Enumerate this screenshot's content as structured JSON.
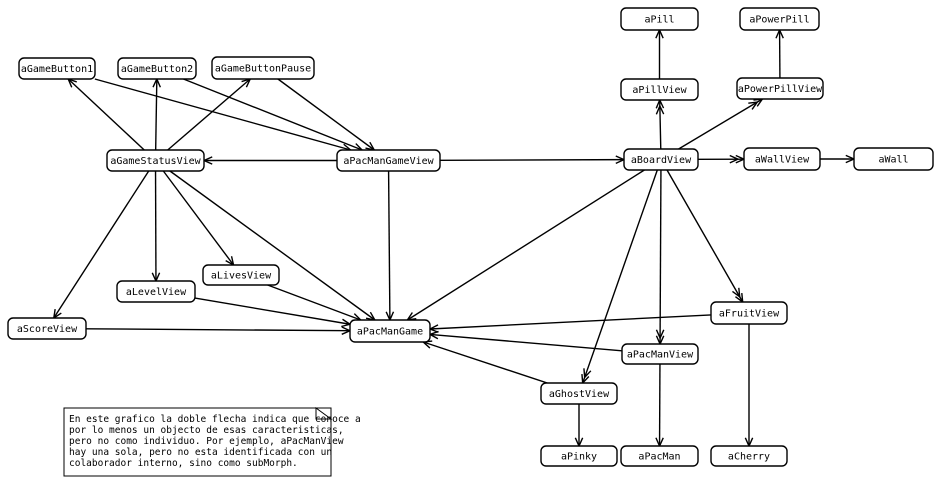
{
  "nodes": {
    "aPill": "aPill",
    "aPowerPill": "aPowerPill",
    "aGameButton1": "aGameButton1",
    "aGameButton2": "aGameButton2",
    "aGameButtonPause": "aGameButtonPause",
    "aPillView": "aPillView",
    "aPowerPillView": "aPowerPillView",
    "aGameStatusView": "aGameStatusView",
    "aPacManGameView": "aPacManGameView",
    "aBoardView": "aBoardView",
    "aWallView": "aWallView",
    "aWall": "aWall",
    "aLivesView": "aLivesView",
    "aLevelView": "aLevelView",
    "aFruitView": "aFruitView",
    "aScoreView": "aScoreView",
    "aPacManGame": "aPacManGame",
    "aPacManView": "aPacManView",
    "aGhostView": "aGhostView",
    "aPinky": "aPinky",
    "aPacMan": "aPacMan",
    "aCherry": "aCherry"
  },
  "edges": [
    {
      "from": "aGameStatusView",
      "to": "aGameButton1",
      "head": "single"
    },
    {
      "from": "aGameStatusView",
      "to": "aGameButton2",
      "head": "single"
    },
    {
      "from": "aGameStatusView",
      "to": "aGameButtonPause",
      "head": "single"
    },
    {
      "from": "aGameButton1",
      "to": "aPacManGameView",
      "head": "single"
    },
    {
      "from": "aGameButton2",
      "to": "aPacManGameView",
      "head": "single"
    },
    {
      "from": "aGameButtonPause",
      "to": "aPacManGameView",
      "head": "single"
    },
    {
      "from": "aPacManGameView",
      "to": "aGameStatusView",
      "head": "single"
    },
    {
      "from": "aPacManGameView",
      "to": "aBoardView",
      "head": "single"
    },
    {
      "from": "aPacManGameView",
      "to": "aPacManGame",
      "head": "single"
    },
    {
      "from": "aGameStatusView",
      "to": "aScoreView",
      "head": "single"
    },
    {
      "from": "aGameStatusView",
      "to": "aLevelView",
      "head": "single"
    },
    {
      "from": "aGameStatusView",
      "to": "aLivesView",
      "head": "single"
    },
    {
      "from": "aGameStatusView",
      "to": "aPacManGame",
      "head": "single"
    },
    {
      "from": "aScoreView",
      "to": "aPacManGame",
      "head": "single"
    },
    {
      "from": "aLevelView",
      "to": "aPacManGame",
      "head": "single"
    },
    {
      "from": "aLivesView",
      "to": "aPacManGame",
      "head": "single"
    },
    {
      "from": "aBoardView",
      "to": "aPillView",
      "head": "double"
    },
    {
      "from": "aPillView",
      "to": "aPill",
      "head": "single"
    },
    {
      "from": "aBoardView",
      "to": "aPowerPillView",
      "head": "double"
    },
    {
      "from": "aPowerPillView",
      "to": "aPowerPill",
      "head": "single"
    },
    {
      "from": "aBoardView",
      "to": "aWallView",
      "head": "double"
    },
    {
      "from": "aWallView",
      "to": "aWall",
      "head": "single"
    },
    {
      "from": "aBoardView",
      "to": "aFruitView",
      "head": "double"
    },
    {
      "from": "aBoardView",
      "to": "aPacManView",
      "head": "double"
    },
    {
      "from": "aBoardView",
      "to": "aGhostView",
      "head": "double"
    },
    {
      "from": "aBoardView",
      "to": "aPacManGame",
      "head": "single"
    },
    {
      "from": "aFruitView",
      "to": "aPacManGame",
      "head": "single"
    },
    {
      "from": "aFruitView",
      "to": "aCherry",
      "head": "single"
    },
    {
      "from": "aPacManView",
      "to": "aPacManGame",
      "head": "single"
    },
    {
      "from": "aPacManView",
      "to": "aPacMan",
      "head": "single"
    },
    {
      "from": "aGhostView",
      "to": "aPacManGame",
      "head": "single"
    },
    {
      "from": "aGhostView",
      "to": "aPinky",
      "head": "single"
    }
  ],
  "note": {
    "lines": [
      "En este grafico la doble flecha indica que conoce a",
      "por lo menos un objecto de esas caracteristicas,",
      "pero no como individuo. Por ejemplo, aPacManView",
      "hay una sola, pero no esta identificada con un",
      "colaborador interno, sino como subMorph."
    ]
  }
}
